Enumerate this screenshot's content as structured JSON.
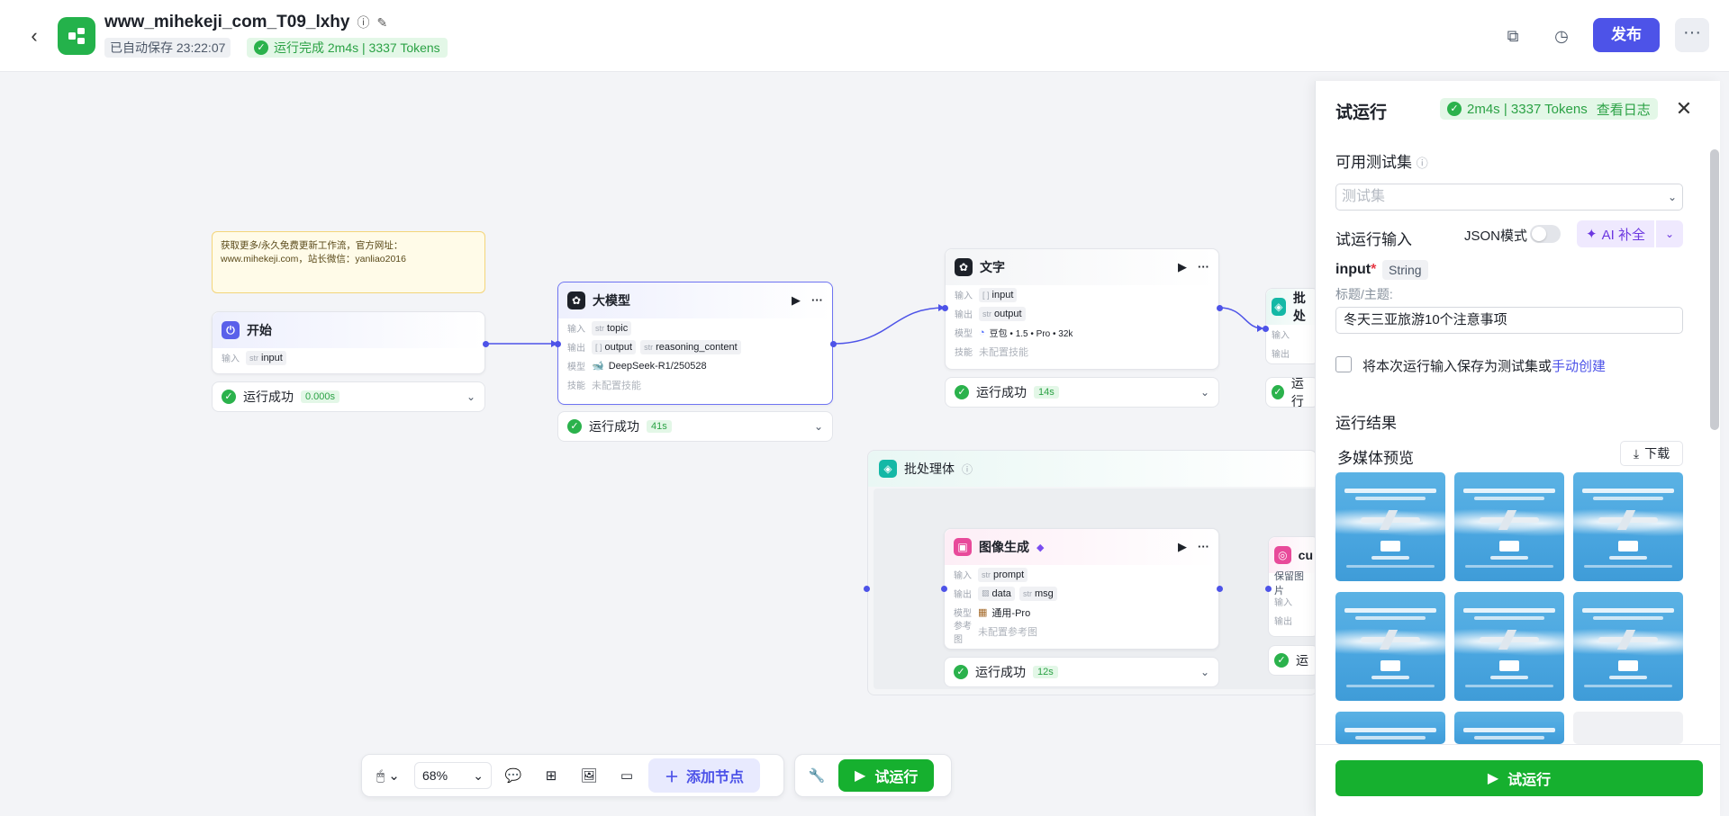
{
  "header": {
    "title": "www_mihekeji_com_T09_lxhy",
    "autosave": "已自动保存 23:22:07",
    "run_status": "运行完成 2m4s | 3337 Tokens",
    "publish": "发布"
  },
  "note": {
    "text": "获取更多/永久免费更新工作流，官方网址：www.mihekeji.com，站长微信：yanliao2016"
  },
  "nodes": {
    "start": {
      "title": "开始",
      "in_label": "输入",
      "in_type": "str",
      "in_name": "input",
      "status": "运行成功",
      "time": "0.000s"
    },
    "llm": {
      "title": "大模型",
      "in_label": "输入",
      "in_type": "str",
      "in_name": "topic",
      "out_label": "输出",
      "out1": "output",
      "out2_type": "str",
      "out2": "reasoning_content",
      "model_label": "模型",
      "model": "DeepSeek-R1/250528",
      "skill_label": "技能",
      "skill": "未配置技能",
      "status": "运行成功",
      "time": "41s"
    },
    "text": {
      "title": "文字",
      "in_label": "输入",
      "in_name": "input",
      "out_label": "输出",
      "out_type": "str",
      "out_name": "output",
      "model_label": "模型",
      "model": "豆包 • 1.5 • Pro • 32k",
      "skill_label": "技能",
      "skill": "未配置技能",
      "status": "运行成功",
      "time": "14s"
    },
    "batch_right": {
      "title": "批处",
      "in_label": "输入",
      "out_label": "输出",
      "status": "运行"
    },
    "batch": {
      "title": "批处理体"
    },
    "image": {
      "title": "图像生成",
      "in_label": "输入",
      "in_type": "str",
      "in_name": "prompt",
      "out_label": "输出",
      "out1": "data",
      "out2_type": "str",
      "out2": "msg",
      "model_label": "模型",
      "model": "通用-Pro",
      "ref_label": "参考图",
      "ref": "未配置参考图",
      "status": "运行成功",
      "time": "12s"
    },
    "cut": {
      "title": "cu",
      "desc": "保留图片",
      "in_label": "输入",
      "out_label": "输出",
      "status": "运"
    }
  },
  "toolbar": {
    "zoom": "68%",
    "add_node": "添加节点",
    "run": "试运行"
  },
  "panel": {
    "title": "试运行",
    "badge": "2m4s | 3337 Tokens",
    "view_log": "查看日志",
    "testset_label": "可用测试集",
    "testset_placeholder": "测试集",
    "run_input_label": "试运行输入",
    "json_mode": "JSON模式",
    "ai_fill": "AI 补全",
    "input_name": "input",
    "input_type": "String",
    "input_desc": "标题/主题:",
    "input_value": "冬天三亚旅游10个注意事项",
    "save_label": "将本次运行输入保存为测试集或",
    "manual_create": "手动创建",
    "result_label": "运行结果",
    "media_label": "多媒体预览",
    "download": "下载",
    "run_button": "试运行"
  },
  "colors": {
    "accent": "#4d53e8",
    "success": "#2ba245",
    "run_green": "#16b02f"
  }
}
